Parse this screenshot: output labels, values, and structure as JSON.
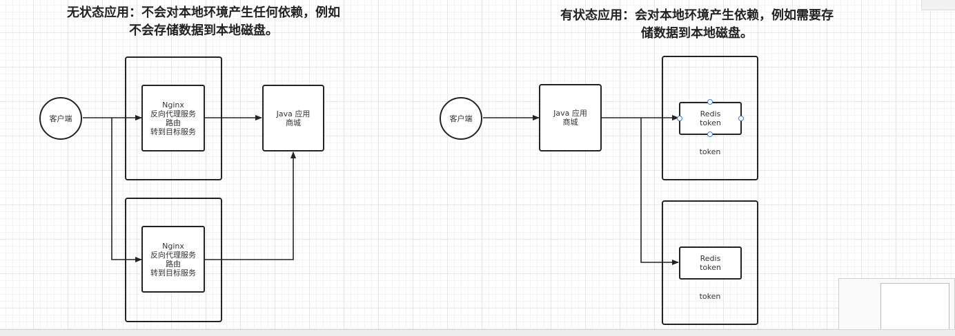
{
  "left": {
    "title_line1": "无状态应用：不会对本地环境产生任何依赖，例如",
    "title_line2": "不会存储数据到本地磁盘。",
    "client": "客户端",
    "nginx_label": "Nginx\n反向代理服务\n路由\n转到目标服务",
    "java_label": "Java 应用\n商城"
  },
  "right": {
    "title_line1": "有状态应用：会对本地环境产生依赖，例如需要存",
    "title_line2": "储数据到本地磁盘。",
    "client": "客户端",
    "java_label": "Java 应用\n商城",
    "redis_label": "Redis\ntoken",
    "token_label": "token"
  }
}
